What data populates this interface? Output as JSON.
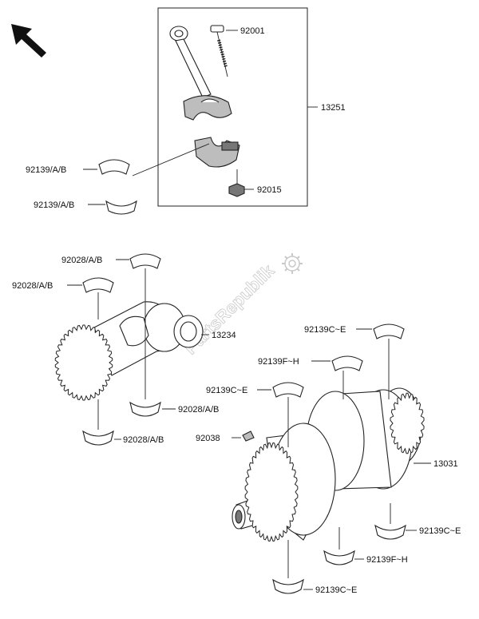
{
  "watermark": "PartsRepublik",
  "labels": {
    "p92001": "92001",
    "p13251": "13251",
    "p92139ab_1": "92139/A/B",
    "p92139ab_2": "92139/A/B",
    "p92015": "92015",
    "p92028ab_1": "92028/A/B",
    "p92028ab_2": "92028/A/B",
    "p13234": "13234",
    "p92139ce_1": "92139C~E",
    "p92139fh_1": "92139F~H",
    "p92139ce_2": "92139C~E",
    "p92028ab_3": "92028/A/B",
    "p92038": "92038",
    "p92028ab_4": "92028/A/B",
    "p13031": "13031",
    "p92139ce_3": "92139C~E",
    "p92139fh_2": "92139F~H",
    "p92139ce_4": "92139C~E"
  },
  "icons": {
    "direction_arrow": "arrow-up-left-icon",
    "watermark_gear": "gear-icon"
  }
}
